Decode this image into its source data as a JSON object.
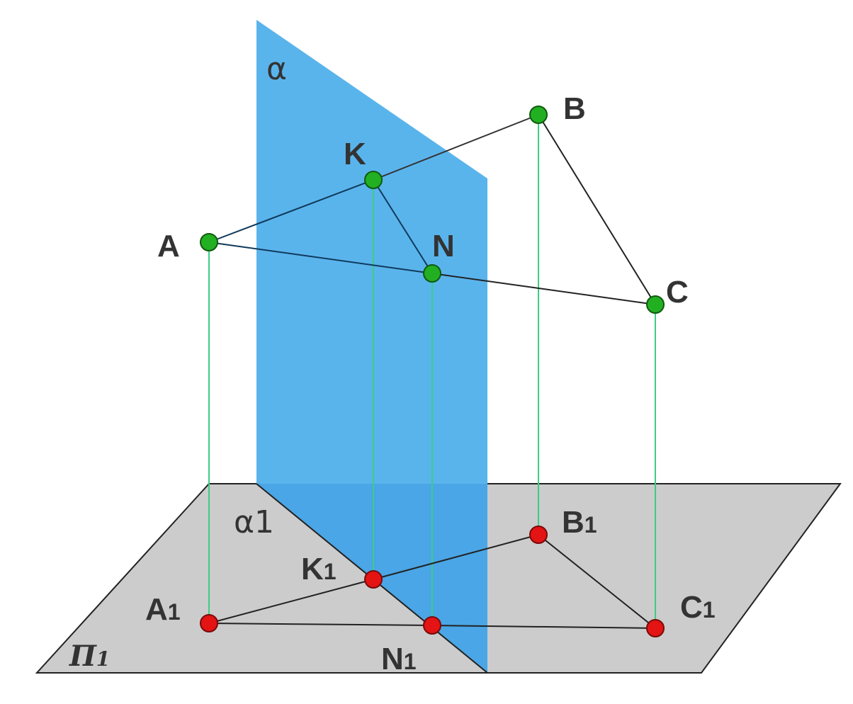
{
  "labels": {
    "alpha": "α",
    "alpha1": "α1",
    "pi1_main": "Π",
    "pi1_sub": "1",
    "A": "A",
    "B": "B",
    "C": "C",
    "K": "K",
    "N": "N",
    "A1_main": "A",
    "A1_sub": "1",
    "B1_main": "B",
    "B1_sub": "1",
    "C1_main": "C",
    "C1_sub": "1",
    "K1_main": "K",
    "K1_sub": "1",
    "N1_main": "N",
    "N1_sub": "1"
  },
  "colors": {
    "plane_alpha": "#5ab4ec",
    "plane_alpha_on_pi": "#4aa6e6",
    "plane_pi": "#cccccc",
    "point_space": "#22b022",
    "point_projection": "#e41414",
    "projector_line": "#3dcc85",
    "edge": "#222222",
    "label": "#333333"
  }
}
